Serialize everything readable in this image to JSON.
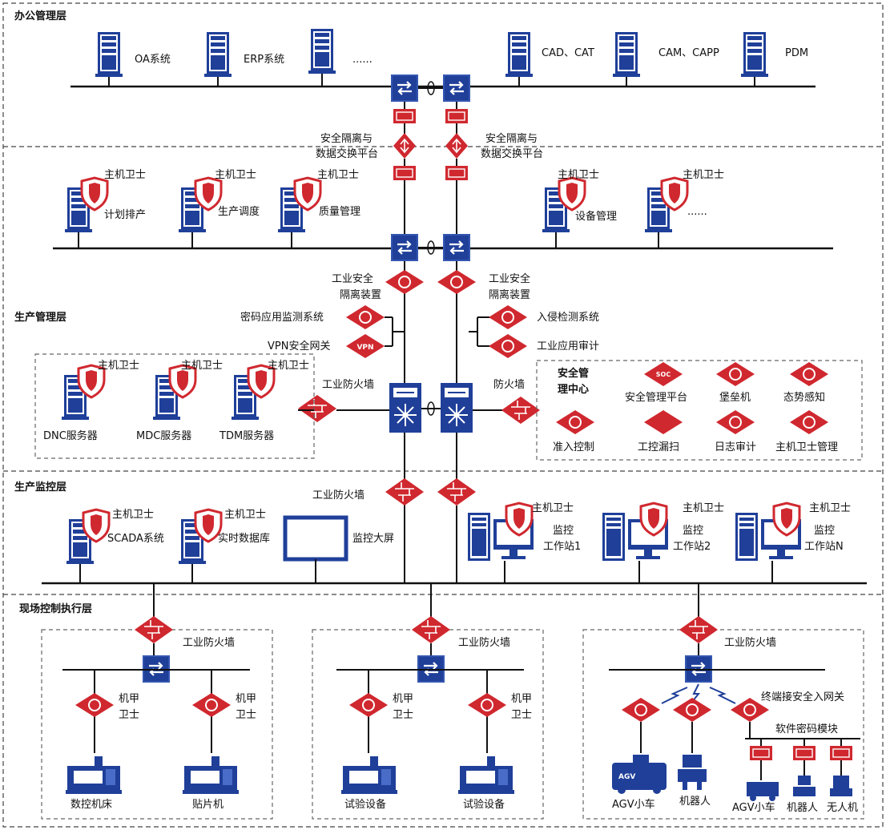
{
  "layers": {
    "office": "办公管理层",
    "production_mgmt": "生产管理层",
    "production_monitor": "生产监控层",
    "field": "现场控制执行层"
  },
  "office": {
    "servers": [
      "OA系统",
      "ERP系统",
      "......",
      "CAD、CAT",
      "CAM、CAPP",
      "PDM"
    ]
  },
  "isolation": {
    "left": [
      "安全隔离与",
      "数据交换平台"
    ],
    "right": [
      "安全隔离与",
      "数据交换平台"
    ]
  },
  "mgmt_top": {
    "host_guard": "主机卫士",
    "servers": [
      "计划排产",
      "生产调度",
      "质量管理",
      "设备管理",
      "......"
    ]
  },
  "industrial_isolation": {
    "left": [
      "工业安全",
      "隔离装置"
    ],
    "right": [
      "工业安全",
      "隔离装置"
    ]
  },
  "side_devices": {
    "crypto_monitor": "密码应用监测系统",
    "vpn_gateway": "VPN安全网关",
    "vpn_icon_text": "VPN",
    "intrusion": "入侵检测系统",
    "audit": "工业应用审计",
    "firewall_left": "工业防火墙",
    "firewall_right": "防火墙"
  },
  "mgmt_servers": {
    "host_guard": "主机卫士",
    "items": [
      "DNC服务器",
      "MDC服务器",
      "TDM服务器"
    ]
  },
  "soc": {
    "title": [
      "安全管",
      "理中心"
    ],
    "items": [
      "安全管理平台",
      "堡垒机",
      "态势感知",
      "准入控制",
      "工控漏扫",
      "日志审计",
      "主机卫士管理"
    ],
    "soc_text": "SOC"
  },
  "monitor": {
    "firewall": "工业防火墙",
    "host_guard": "主机卫士",
    "scada": "SCADA系统",
    "rtdb": "实时数据库",
    "screen": "监控大屏",
    "stations": [
      [
        "监控",
        "工作站1"
      ],
      [
        "监控",
        "工作站2"
      ],
      [
        "监控",
        "工作站N"
      ]
    ]
  },
  "field": {
    "firewall": "工业防火墙",
    "armor": [
      "机甲",
      "卫士"
    ],
    "equipment": [
      "数控机床",
      "贴片机",
      "试验设备",
      "试验设备"
    ],
    "gateway": "终端接安全入网关",
    "crypto_module": "软件密码模块",
    "mobile": [
      "AGV小车",
      "机器人",
      "AGV小车",
      "机器人",
      "无人机"
    ],
    "agv_text": "AGV"
  },
  "colors": {
    "blue": "#1f3f99",
    "red": "#d0282f",
    "line": "#111111",
    "dash": "#555555"
  }
}
